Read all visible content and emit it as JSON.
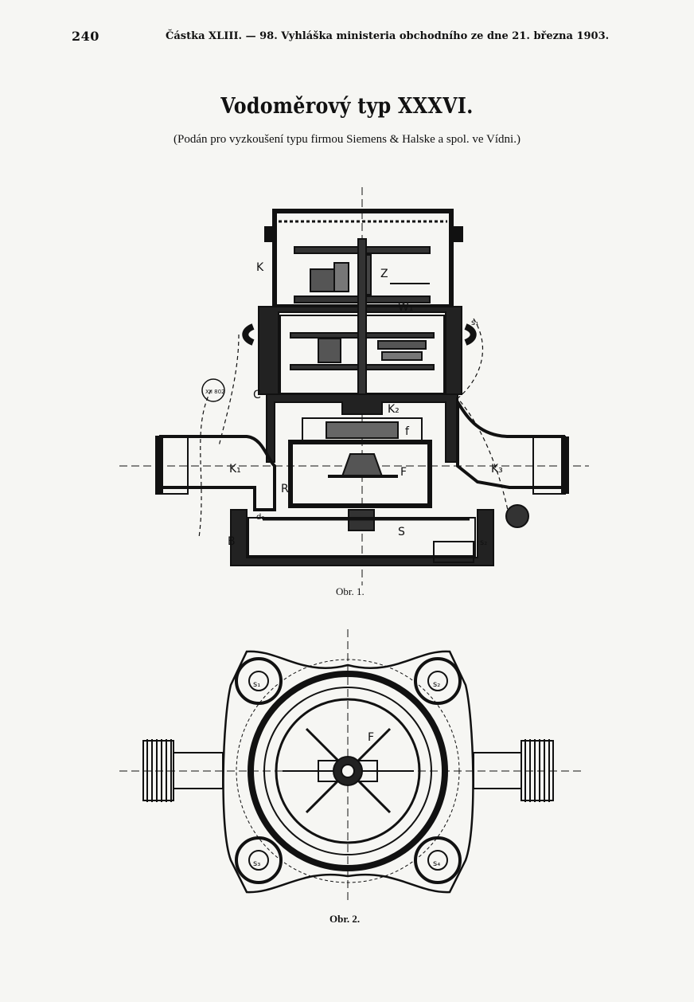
{
  "header": {
    "page_number": "240",
    "running_head": "Částka XLIII. — 98. Vyhláška ministeria obchodního ze dne 21. března 1903."
  },
  "title": "Vodoměrový typ XXXVI.",
  "subtitle": "(Podán pro vyzkoušení typu firmou Siemens & Halske a spol. ve Vídni.)",
  "figures": [
    {
      "caption": "Obr. 1.",
      "labels": {
        "K": "K",
        "Z": "Z",
        "W1": "W₁",
        "s1": "s₁",
        "C": "C",
        "K2": "K₂",
        "f": "f",
        "F": "F",
        "K1": "K₁",
        "K3": "K₃",
        "R": "R",
        "d2": "d₂",
        "S": "S",
        "B": "B",
        "s2": "s₂",
        "stamp": "XII 802"
      }
    },
    {
      "caption": "Obr. 2.",
      "labels": {
        "F": "F",
        "s1": "s₁",
        "s2": "s₂",
        "s3": "s₃",
        "s4": "s₄"
      }
    }
  ]
}
